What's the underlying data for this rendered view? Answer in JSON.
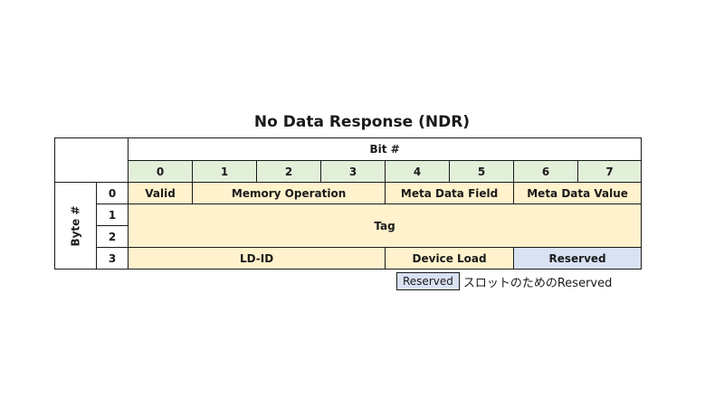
{
  "title": "No Data Response (NDR)",
  "bit_header": "Bit #",
  "byte_header": "Byte #",
  "bits": [
    "0",
    "1",
    "2",
    "3",
    "4",
    "5",
    "6",
    "7"
  ],
  "bytes": [
    "0",
    "1",
    "2",
    "3"
  ],
  "fields": {
    "valid": "Valid",
    "memory_operation": "Memory Operation",
    "meta_data_field": "Meta Data Field",
    "meta_data_value": "Meta Data Value",
    "tag": "Tag",
    "ld_id": "LD-ID",
    "device_load": "Device Load",
    "reserved": "Reserved"
  },
  "legend": {
    "swatch_label": "Reserved",
    "description": "スロットのためのReserved"
  },
  "colors": {
    "bit_row": "#e2efd9",
    "field": "#fff2cc",
    "reserved": "#d9e2f3"
  }
}
